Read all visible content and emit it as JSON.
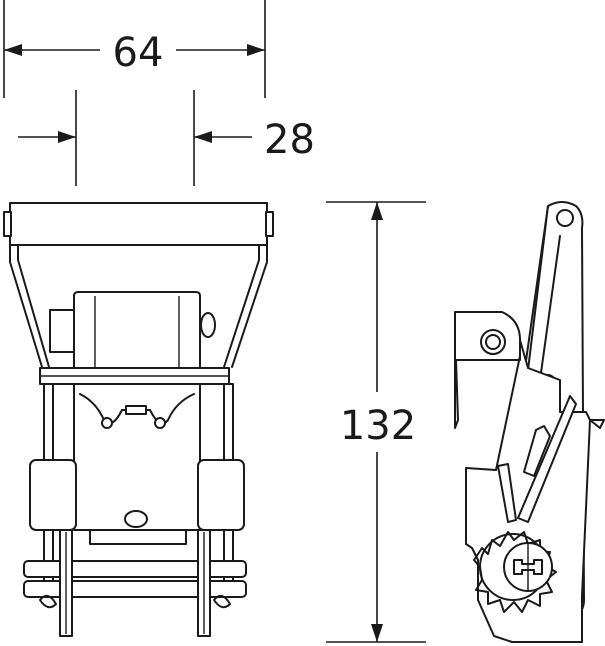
{
  "dimensions": {
    "total_width": "64",
    "strap_width": "28",
    "length": "132"
  },
  "colors": {
    "line": "#1a1a1a",
    "background": "#ffffff"
  }
}
